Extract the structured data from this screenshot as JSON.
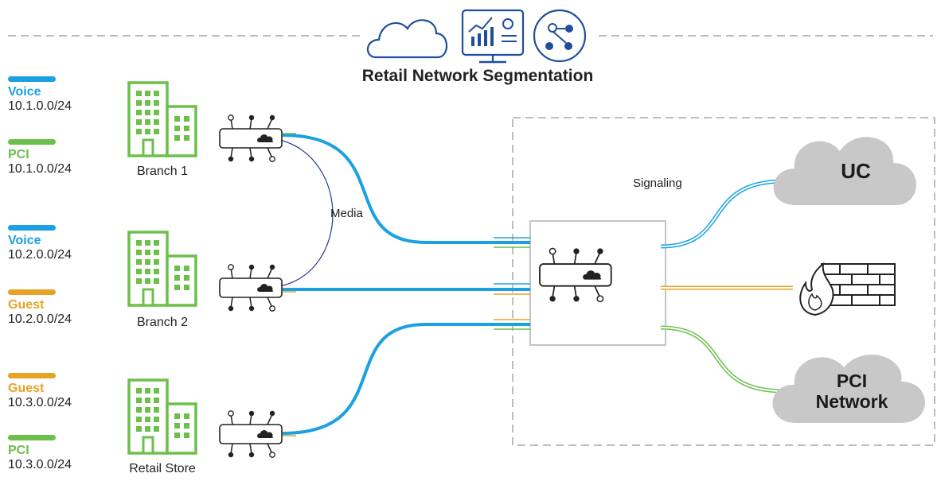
{
  "title": "Retail Network Segmentation",
  "legend": [
    {
      "name": "Voice",
      "cidr": "10.1.0.0/24",
      "color": "#1ba1e2"
    },
    {
      "name": "PCI",
      "cidr": "10.1.0.0/24",
      "color": "#6cc04a"
    },
    {
      "name": "Voice",
      "cidr": "10.2.0.0/24",
      "color": "#1ba1e2"
    },
    {
      "name": "Guest",
      "cidr": "10.2.0.0/24",
      "color": "#e6a326"
    },
    {
      "name": "Guest",
      "cidr": "10.3.0.0/24",
      "color": "#e6a326"
    },
    {
      "name": "PCI",
      "cidr": "10.3.0.0/24",
      "color": "#6cc04a"
    }
  ],
  "sites": [
    "Branch 1",
    "Branch 2",
    "Retail Store"
  ],
  "links": {
    "media": "Media",
    "signaling": "Signaling"
  },
  "destinations": {
    "uc": "UC",
    "pci_line1": "PCI",
    "pci_line2": "Network"
  },
  "icons": [
    "cloud-icon",
    "analytics-dashboard-icon",
    "network-nodes-icon",
    "building-icon",
    "router-icon",
    "firewall-icon"
  ],
  "colors": {
    "voice": "#1ba1e2",
    "pci": "#6cc04a",
    "guest": "#e6a326",
    "building": "#6cc04a",
    "cloud_fill": "#c8c8c8",
    "icon_blue": "#1f4e9c"
  }
}
